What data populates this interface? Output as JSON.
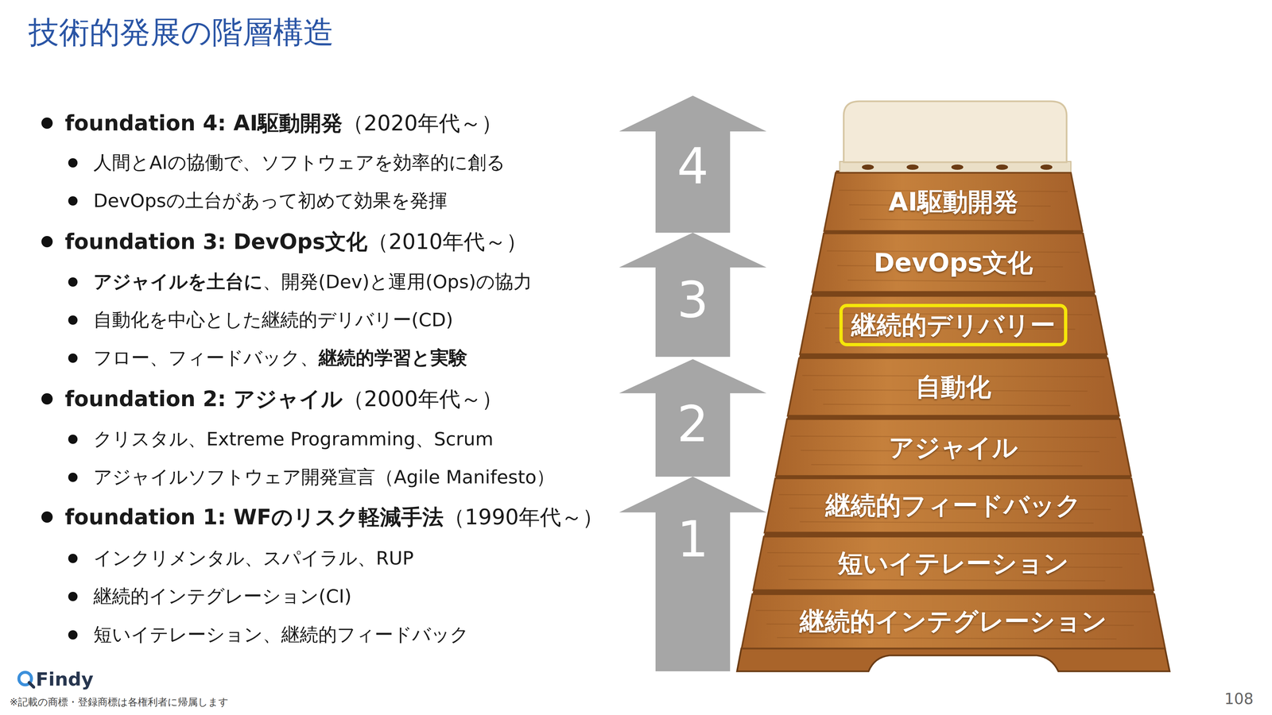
{
  "diagram": {
    "title": "技術的発展の階層構造",
    "nodes": [
      {
        "text": [
          "4"
        ]
      },
      {
        "text": [
          "3"
        ]
      },
      {
        "text": [
          "2"
        ]
      },
      {
        "text": [
          "1"
        ]
      },
      {
        "text": [
          "AI駆動開発"
        ]
      },
      {
        "text": [
          "DevOps文化"
        ]
      },
      {
        "text": [
          "継続的デリバリー"
        ]
      },
      {
        "text": [
          "自動化"
        ]
      },
      {
        "text": [
          "アジャイル"
        ]
      },
      {
        "text": [
          "継続的フィードバック"
        ]
      },
      {
        "text": [
          "短いイテレーション"
        ]
      },
      {
        "text": [
          "継続的インテグレーション"
        ]
      }
    ],
    "labels": [
      "foundation 4: AI駆動開発",
      "（2020年代～）",
      "人間とAIの協働で、ソフトウェアを効率的に創る",
      "DevOpsの土台があって初めて効果を発揮",
      "foundation 3: DevOps文化",
      "（2010年代～）",
      "アジャイルを土台に",
      "、開発(Dev)と運用(Ops)の協力",
      "自動化を中心とした継続的デリバリー(CD)",
      "フロー、フィードバック、",
      "継続的学習と実験",
      "foundation 2: アジャイル",
      "（2000年代～）",
      "クリスタル、Extreme Programming、Scrum",
      "アジャイルソフトウェア開発宣言（Agile Manifesto）",
      "foundation 1: WFのリスク軽減手法",
      "（1990年代～）",
      "インクリメンタル、スパイラル、RUP",
      "継続的インテグレーション(CI)",
      "短いイテレーション、継続的フィードバック",
      "Findy",
      "※記載の商標・登録商標は各権利者に帰属します",
      "108"
    ]
  }
}
